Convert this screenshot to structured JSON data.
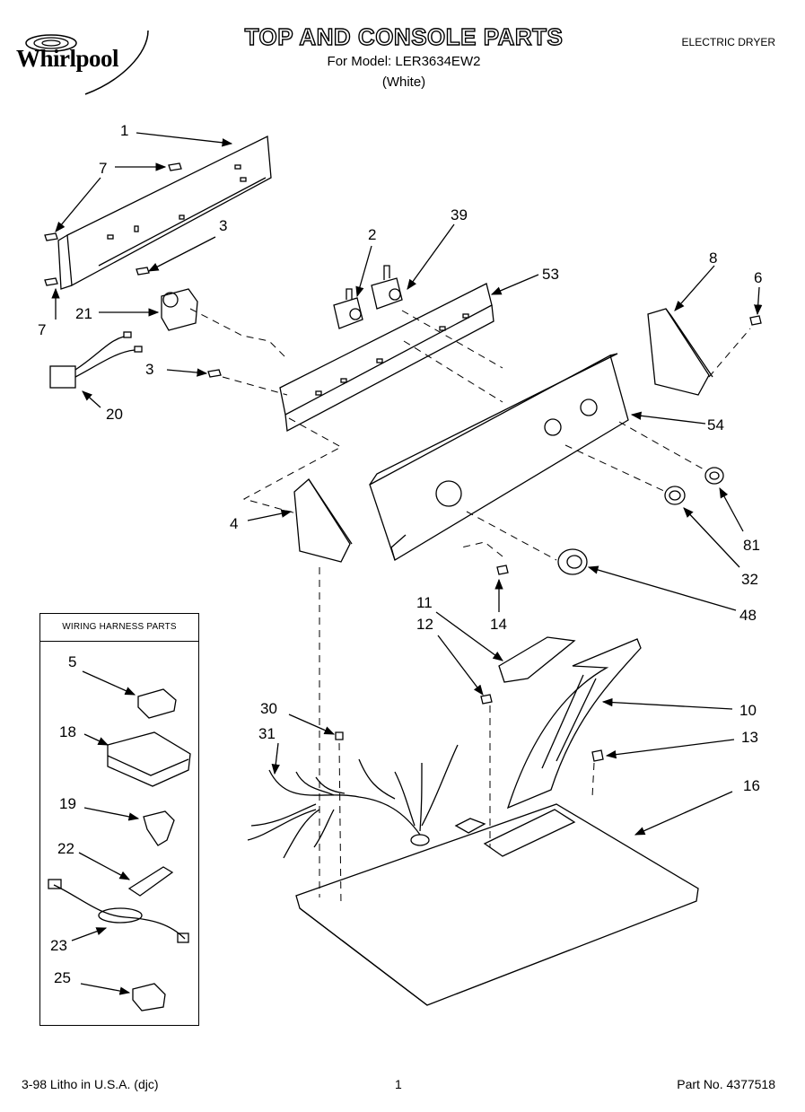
{
  "header": {
    "brand": "Whirlpool",
    "title": "TOP AND CONSOLE PARTS",
    "model_line": "For Model: LER3634EW2",
    "color_line": "(White)",
    "product_type": "ELECTRIC DRYER"
  },
  "wiring_box": {
    "title": "WIRING HARNESS PARTS"
  },
  "callouts": {
    "c1": "1",
    "c7a": "7",
    "c7b": "7",
    "c3a": "3",
    "c3b": "3",
    "c21": "21",
    "c20": "20",
    "c2": "2",
    "c39": "39",
    "c53": "53",
    "c8": "8",
    "c6": "6",
    "c54": "54",
    "c81": "81",
    "c32": "32",
    "c48": "48",
    "c4": "4",
    "c14": "14",
    "c11": "11",
    "c12": "12",
    "c10": "10",
    "c13": "13",
    "c16": "16",
    "c30": "30",
    "c31": "31",
    "c5": "5",
    "c18": "18",
    "c19": "19",
    "c22": "22",
    "c23": "23",
    "c25": "25"
  },
  "footer": {
    "left": "3-98 Litho in U.S.A. (djc)",
    "page": "1",
    "part_no": "Part No. 4377518"
  }
}
